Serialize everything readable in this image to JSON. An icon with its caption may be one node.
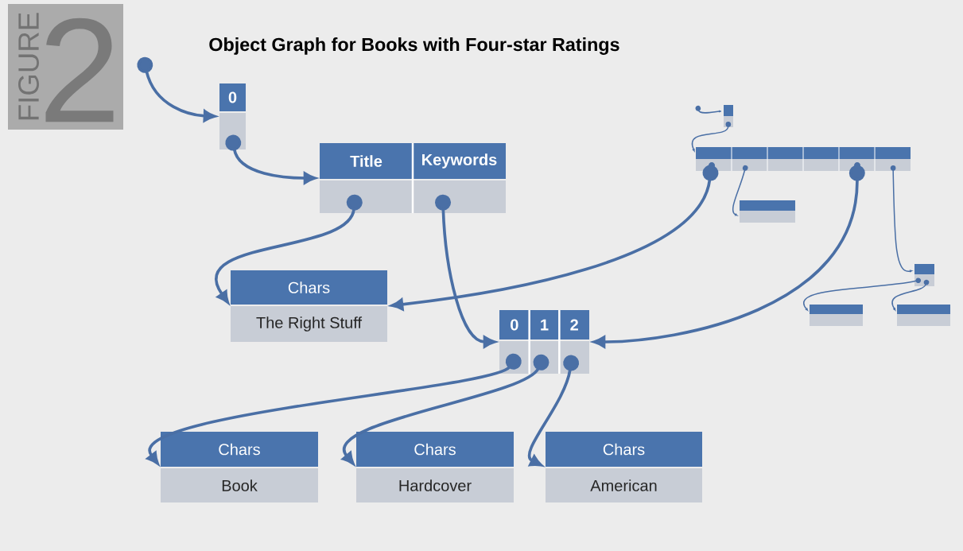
{
  "diagram": {
    "title": "Object Graph for Books with Four-star Ratings",
    "nodes": [
      {
        "text": [
          "0"
        ]
      },
      {
        "text": [
          "Title",
          "Keywords"
        ]
      },
      {
        "text": [
          "Chars",
          "The Right Stuff"
        ]
      },
      {
        "text": [
          "0",
          "1",
          "2"
        ]
      },
      {
        "text": [
          "Chars",
          "Book"
        ]
      },
      {
        "text": [
          "Chars",
          "Hardcover"
        ]
      },
      {
        "text": [
          "Chars",
          "American"
        ]
      },
      {
        "text": [],
        "shape": "picture"
      }
    ],
    "edges": [
      {
        "from": null,
        "to": 0,
        "arrow": "to"
      },
      {
        "from": 0,
        "to": 1,
        "arrow": "to"
      },
      {
        "from": 1,
        "to": 2,
        "arrow": "to"
      },
      {
        "from": 1,
        "to": 3,
        "arrow": "to"
      },
      {
        "from": 3,
        "to": 4,
        "arrow": "to"
      },
      {
        "from": 3,
        "to": 5,
        "arrow": "to"
      },
      {
        "from": 3,
        "to": 6,
        "arrow": "to"
      },
      {
        "from": 7,
        "to": 2,
        "arrow": "to"
      },
      {
        "from": 7,
        "to": 3,
        "arrow": "to"
      }
    ],
    "labels": [
      "FIGURE",
      "2"
    ]
  }
}
